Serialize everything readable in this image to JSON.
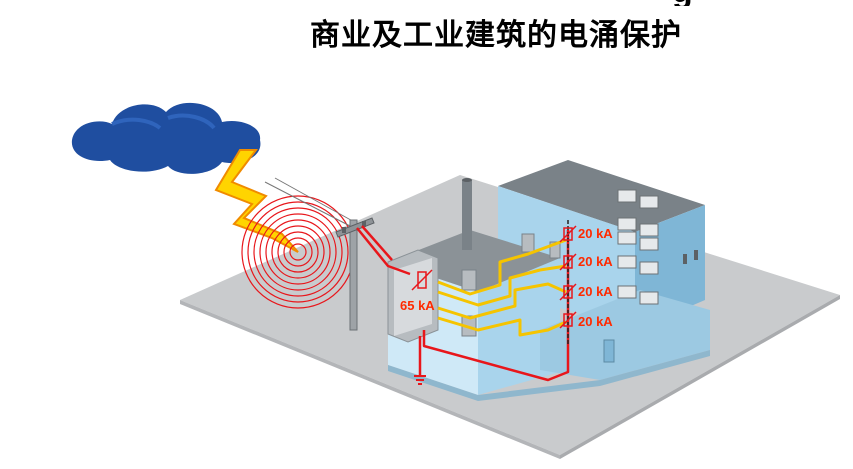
{
  "header": {
    "title": "商业及工业建筑的电涌保护",
    "title_top_fragment": "g"
  },
  "diagram": {
    "main_protector_rating": "65 kA",
    "floor_protector_ratings": [
      "20 kA",
      "20 kA",
      "20 kA",
      "20 kA"
    ]
  },
  "colors": {
    "ground_plate": "#c9cbcd",
    "building_light": "#cfe9f7",
    "building_mid": "#a9d4ec",
    "building_dark": "#7fb6d6",
    "roof": "#7a8288",
    "cloud": "#1f4ea0",
    "lightning": "#ffd400",
    "wire_red": "#e8161b",
    "wire_yellow": "#f5c400",
    "label_red": "#ff2a00"
  }
}
